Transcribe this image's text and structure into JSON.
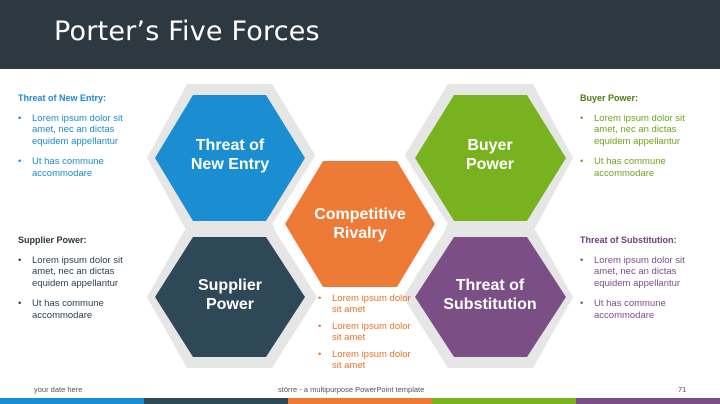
{
  "header": {
    "title": "Porter’s Five Forces"
  },
  "forces": {
    "new_entry": {
      "line1": "Threat of",
      "line2": "New Entry",
      "color": "#1b8ed2"
    },
    "buyer": {
      "line1": "Buyer",
      "line2": "Power",
      "color": "#78b31f"
    },
    "competitive": {
      "line1": "Competitive",
      "line2": "Rivalry",
      "color": "#ee7a37"
    },
    "supplier": {
      "line1": "Supplier",
      "line2": "Power",
      "color": "#2f4858"
    },
    "substitution": {
      "line1": "Threat of",
      "line2": "Substitution",
      "color": "#7b4f86"
    }
  },
  "blocks": {
    "new_entry": {
      "heading": "Threat of New Entry:",
      "bullets": [
        "Lorem ipsum dolor sit amet, nec an dictas equidem appellantur",
        "Ut has commune accommodare"
      ]
    },
    "buyer": {
      "heading": "Buyer Power:",
      "bullets": [
        "Lorem ipsum dolor sit amet, nec an dictas equidem appellantur",
        "Ut has commune accommodare"
      ]
    },
    "supplier": {
      "heading": "Supplier Power:",
      "bullets": [
        "Lorem ipsum dolor sit amet, nec an dictas equidem appellantur",
        "Ut has commune accommodare"
      ]
    },
    "substitution": {
      "heading": "Threat of Substitution:",
      "bullets": [
        "Lorem ipsum dolor sit amet, nec an dictas equidem appellantur",
        "Ut has commune accommodare"
      ]
    },
    "center": {
      "bullets": [
        "Lorem ipsum dolor sit amet",
        "Lorem ipsum dolor sit amet",
        "Lorem ipsum dolor sit amet"
      ]
    }
  },
  "bullet_glyph": "•",
  "footer": {
    "date": "your date here",
    "template": "större - a multipurpose PowerPoint template",
    "page_number": "71"
  },
  "bar_colors": [
    "#1b8ed2",
    "#2f4858",
    "#ee7a37",
    "#78b31f",
    "#7b4f86"
  ]
}
